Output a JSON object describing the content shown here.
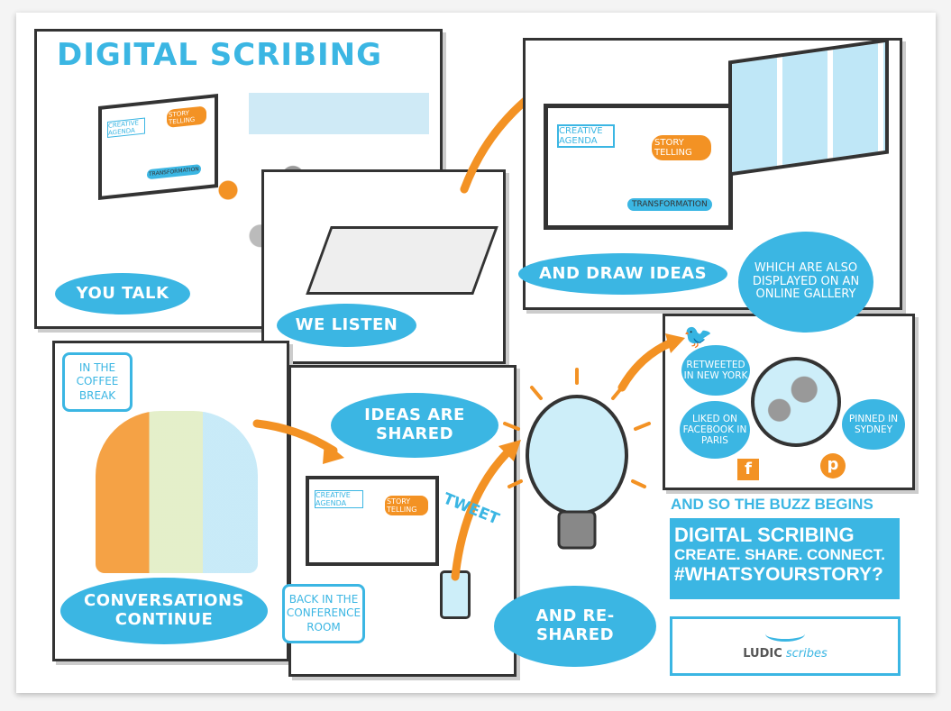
{
  "title": "DIGITAL SCRIBING",
  "panels": {
    "talk": "YOU TALK",
    "listen": "WE LISTEN",
    "draw": "AND DRAW IDEAS",
    "gallery": "WHICH ARE ALSO DISPLAYED ON AN ONLINE GALLERY",
    "coffee": "IN THE COFFEE BREAK",
    "conversations": "CONVERSATIONS CONTINUE",
    "shared": "IDEAS ARE SHARED",
    "conference": "BACK IN THE CONFERENCE ROOM",
    "tweet": "TWEET",
    "reshared": "AND RE-SHARED"
  },
  "screen": {
    "creative": "CREATIVE AGENDA",
    "story": "STORY TELLING",
    "transformation": "TRANSFORMATION"
  },
  "globe": {
    "ny": "RETWEETED IN NEW YORK",
    "paris": "LIKED ON FACEBOOK IN PARIS",
    "sydney": "PINNED IN SYDNEY"
  },
  "footer": {
    "buzz": "AND SO THE BUZZ BEGINS",
    "line1": "DIGITAL SCRIBING",
    "line2": "CREATE. SHARE. CONNECT.",
    "line3": "#WHATSYOURSTORY?",
    "logo_a": "LUDIC",
    "logo_b": "scribes"
  },
  "colors": {
    "blue": "#3bb6e3",
    "orange": "#f39224"
  }
}
